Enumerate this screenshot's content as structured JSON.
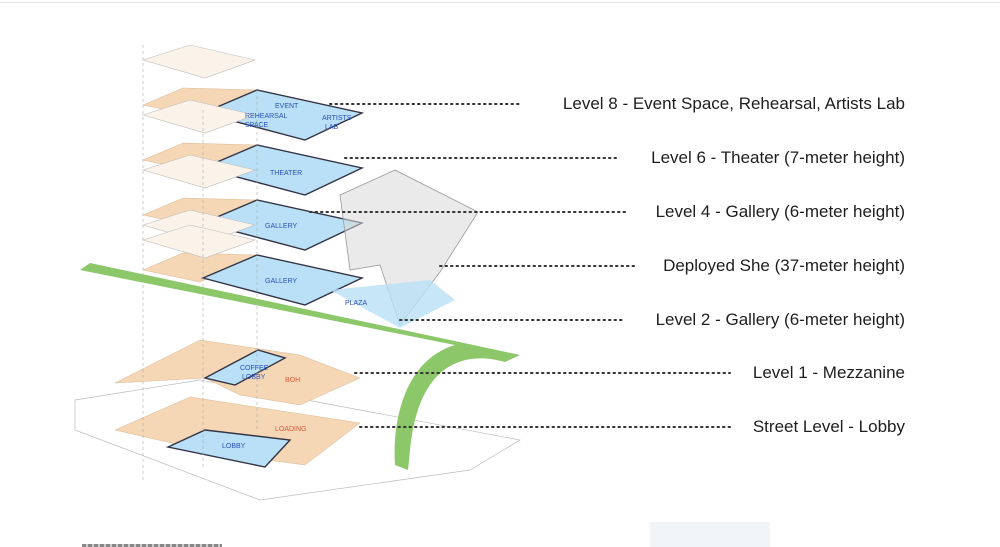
{
  "labels": [
    {
      "id": "level-8",
      "text": "Level 8 - Event Space, Rehearsal, Artists Lab"
    },
    {
      "id": "level-6",
      "text": "Level 6 - Theater (7-meter height)"
    },
    {
      "id": "level-4",
      "text": "Level 4 - Gallery (6-meter height)"
    },
    {
      "id": "deployed-she",
      "text": "Deployed She (37-meter height)"
    },
    {
      "id": "level-2",
      "text": "Level 2 - Gallery (6-meter height)"
    },
    {
      "id": "level-1",
      "text": "Level 1 - Mezzanine"
    },
    {
      "id": "street-level",
      "text": "Street Level - Lobby"
    }
  ],
  "plan_text": {
    "event": "EVENT",
    "rehearsal": "REHEARSAL",
    "space": "SPACE",
    "artists": "ARTISTS",
    "lab": "LAB",
    "theater": "THEATER",
    "gallery4": "GALLERY",
    "gallery2": "GALLERY",
    "plaza": "PLAZA",
    "coffee": "COFFEE",
    "lobby1": "LOBBY",
    "boh": "BOH",
    "loading": "LOADING",
    "lobby": "LOBBY"
  },
  "colors": {
    "orange": "#f5d7b5",
    "blue": "#b9e0f6",
    "green": "#8cc86a",
    "shell": "#d8d8d8"
  }
}
